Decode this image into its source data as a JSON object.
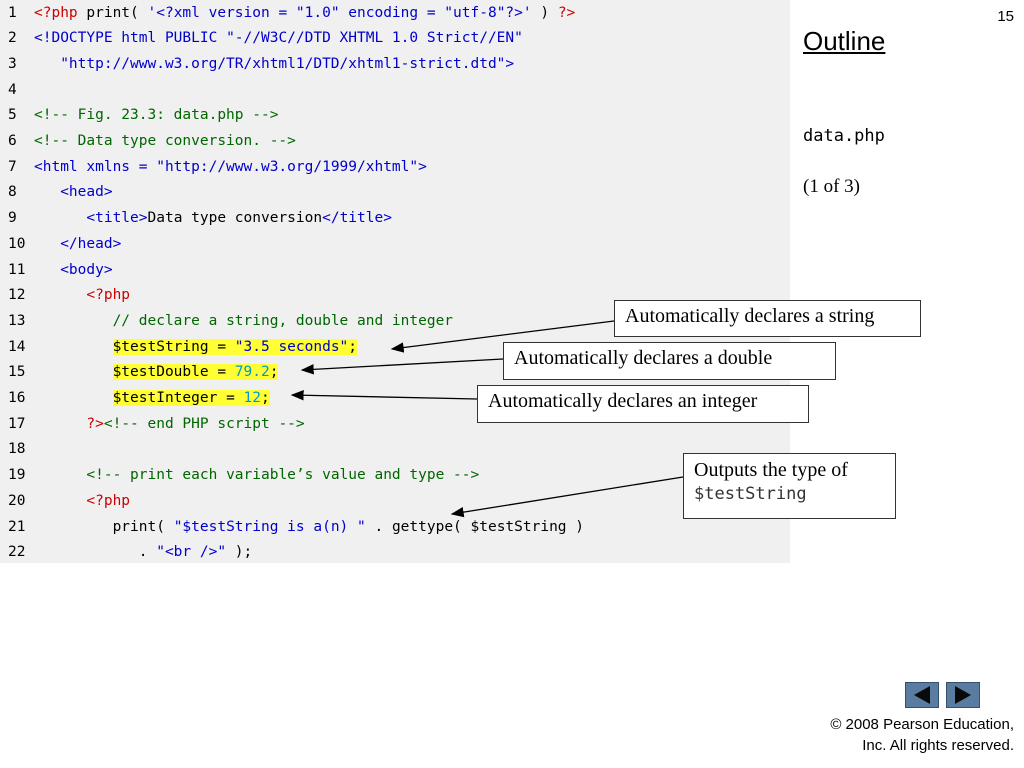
{
  "slide": {
    "page_number": "15",
    "outline_title": "Outline",
    "file_name": "data.php",
    "page_indicator": "(1 of 3)"
  },
  "code": {
    "lines": [
      {
        "n": "1",
        "tokens": [
          [
            "<?php",
            "php"
          ],
          [
            " print( ",
            "def"
          ],
          [
            "'<?xml version = \"1.0\" encoding = \"utf-8\"?>'",
            "str"
          ],
          [
            " ) ",
            "def"
          ],
          [
            "?>",
            "php"
          ]
        ]
      },
      {
        "n": "2",
        "tokens": [
          [
            "<!DOCTYPE html PUBLIC ",
            "tag"
          ],
          [
            "\"-//W3C//DTD XHTML 1.0 Strict//EN\"",
            "str"
          ]
        ]
      },
      {
        "n": "3",
        "tokens": [
          [
            "   \"http://www.w3.org/TR/xhtml1/DTD/xhtml1-strict.dtd\"",
            "str"
          ],
          [
            ">",
            "tag"
          ]
        ]
      },
      {
        "n": "4",
        "tokens": []
      },
      {
        "n": "5",
        "tokens": [
          [
            "<!-- Fig. 23.3: data.php -->",
            "com"
          ]
        ]
      },
      {
        "n": "6",
        "tokens": [
          [
            "<!-- Data type conversion. -->",
            "com"
          ]
        ]
      },
      {
        "n": "7",
        "tokens": [
          [
            "<html xmlns = ",
            "tag"
          ],
          [
            "\"http://www.w3.org/1999/xhtml\"",
            "str"
          ],
          [
            ">",
            "tag"
          ]
        ]
      },
      {
        "n": "8",
        "tokens": [
          [
            "   ",
            "def"
          ],
          [
            "<head>",
            "tag"
          ]
        ]
      },
      {
        "n": "9",
        "tokens": [
          [
            "      ",
            "def"
          ],
          [
            "<title>",
            "tag"
          ],
          [
            "Data type conversion",
            "def"
          ],
          [
            "</title>",
            "tag"
          ]
        ]
      },
      {
        "n": "10",
        "tokens": [
          [
            "   ",
            "def"
          ],
          [
            "</head>",
            "tag"
          ]
        ]
      },
      {
        "n": "11",
        "tokens": [
          [
            "   ",
            "def"
          ],
          [
            "<body>",
            "tag"
          ]
        ]
      },
      {
        "n": "12",
        "tokens": [
          [
            "      ",
            "def"
          ],
          [
            "<?php",
            "php"
          ]
        ]
      },
      {
        "n": "13",
        "tokens": [
          [
            "         ",
            "def"
          ],
          [
            "// declare a string, double and integer",
            "com"
          ]
        ]
      },
      {
        "n": "14",
        "tokens": [
          [
            "         ",
            "def"
          ],
          [
            "$testString = ",
            "def",
            true
          ],
          [
            "\"3.5 seconds\"",
            "str",
            true
          ],
          [
            ";",
            "def",
            true
          ]
        ]
      },
      {
        "n": "15",
        "tokens": [
          [
            "         ",
            "def"
          ],
          [
            "$testDouble = ",
            "def",
            true
          ],
          [
            "79.2",
            "num",
            true
          ],
          [
            ";",
            "def",
            true
          ]
        ]
      },
      {
        "n": "16",
        "tokens": [
          [
            "         ",
            "def"
          ],
          [
            "$testInteger = ",
            "def",
            true
          ],
          [
            "12",
            "num",
            true
          ],
          [
            ";",
            "def",
            true
          ]
        ]
      },
      {
        "n": "17",
        "tokens": [
          [
            "      ",
            "def"
          ],
          [
            "?>",
            "php"
          ],
          [
            "<!-- end PHP script -->",
            "com"
          ]
        ]
      },
      {
        "n": "18",
        "tokens": []
      },
      {
        "n": "19",
        "tokens": [
          [
            "      ",
            "def"
          ],
          [
            "<!-- print each variable’s value and type -->",
            "com"
          ]
        ]
      },
      {
        "n": "20",
        "tokens": [
          [
            "      ",
            "def"
          ],
          [
            "<?php",
            "php"
          ]
        ]
      },
      {
        "n": "21",
        "tokens": [
          [
            "         print( ",
            "def"
          ],
          [
            "\"$testString is a(n) \"",
            "str"
          ],
          [
            " . gettype( $testString )",
            "def"
          ]
        ]
      },
      {
        "n": "22",
        "tokens": [
          [
            "            . ",
            "def"
          ],
          [
            "\"<br />\"",
            "str"
          ],
          [
            " );",
            "def"
          ]
        ]
      }
    ]
  },
  "callouts": {
    "string": "Automatically declares a string",
    "double": "Automatically declares a double",
    "integer": "Automatically declares an integer",
    "gettype_prefix": "Outputs the type of",
    "gettype_var": "$testString"
  },
  "navigation": {
    "prev_icon": "triangle-left-icon",
    "next_icon": "triangle-right-icon",
    "color": "#5a7ca0"
  },
  "copyright": {
    "line1": "© 2008 Pearson Education,",
    "line2": "Inc.  All rights reserved."
  },
  "colors": {
    "php": "#cc0000",
    "string": "#0000cc",
    "comment": "#006600",
    "number": "#0099cc",
    "highlight": "#ffff33"
  }
}
